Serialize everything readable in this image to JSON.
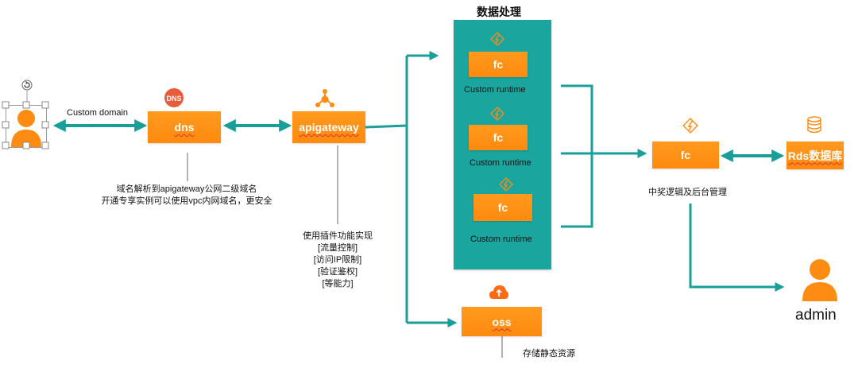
{
  "colors": {
    "teal": "#1a9e9a",
    "panel": "#1aa59e",
    "orange": "#ff8c12",
    "line_gray": "#666666"
  },
  "processing": {
    "title": "数据处理",
    "runtime_label": "Custom runtime",
    "fc_label": "fc"
  },
  "user": {
    "edge_label": "Custom domain"
  },
  "dns": {
    "label": "dns",
    "note_line1": "域名解析到apigateway公网二级域名",
    "note_line2": "开通专享实例可以使用vpc内网域名，更安全"
  },
  "apigateway": {
    "label": "apigateway",
    "note_lines": [
      "使用插件功能实现",
      "[流量控制]",
      "[访问IP限制]",
      "[验证鉴权]",
      "[等能力]"
    ]
  },
  "oss": {
    "label": "oss",
    "note": "存储静态资源"
  },
  "fc_main": {
    "label": "fc",
    "note": "中奖逻辑及后台管理"
  },
  "rds": {
    "label": "Rds数据库"
  },
  "admin": {
    "label": "admin"
  },
  "icons": {
    "dns_badge": "dns-badge-icon",
    "gateway": "apigateway-icon",
    "function": "function-compute-icon",
    "oss": "oss-cloud-icon",
    "database": "database-icon",
    "user": "user-icon",
    "rotate": "rotate-handle-icon"
  }
}
